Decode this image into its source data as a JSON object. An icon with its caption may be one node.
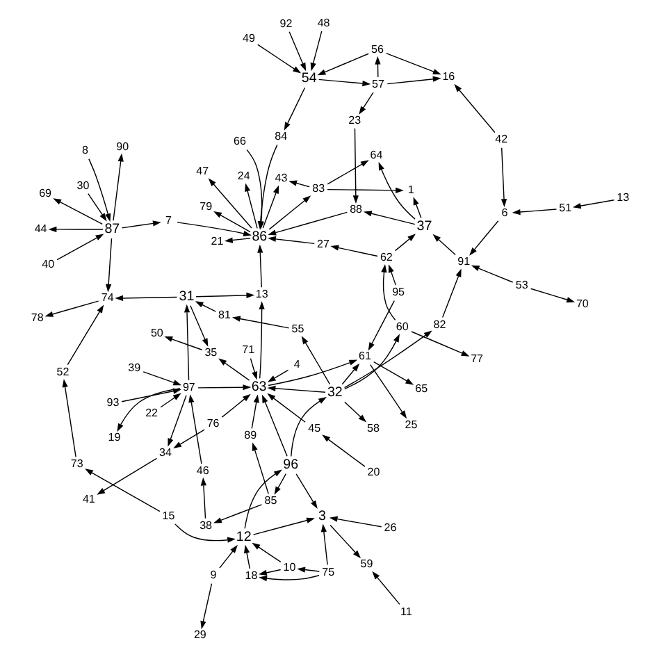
{
  "diagram": {
    "nodes": [
      {
        "text": [
          "73"
        ]
      },
      {
        "text": [
          "22"
        ]
      },
      {
        "text": [
          "46"
        ]
      },
      {
        "text": [
          "52"
        ]
      },
      {
        "text": [
          "19"
        ]
      },
      {
        "text": [
          "11"
        ]
      },
      {
        "text": [
          "10"
        ]
      },
      {
        "text": [
          "93"
        ]
      },
      {
        "text": [
          "59"
        ]
      },
      {
        "text": [
          "39"
        ]
      },
      {
        "text": [
          "40"
        ]
      },
      {
        "text": [
          "44"
        ]
      },
      {
        "text": [
          "90"
        ]
      },
      {
        "text": [
          "41"
        ]
      },
      {
        "text": [
          "9"
        ]
      },
      {
        "text": [
          "89"
        ]
      },
      {
        "text": [
          "97"
        ]
      },
      {
        "text": [
          "34"
        ]
      },
      {
        "text": [
          "30"
        ]
      },
      {
        "text": [
          "15"
        ]
      },
      {
        "text": [
          "29"
        ]
      },
      {
        "text": [
          "38"
        ]
      },
      {
        "text": [
          "81"
        ]
      },
      {
        "text": [
          "8"
        ]
      },
      {
        "text": [
          "3"
        ]
      },
      {
        "text": [
          "85"
        ]
      },
      {
        "text": [
          "55"
        ]
      },
      {
        "text": [
          "69"
        ]
      },
      {
        "text": [
          "87"
        ]
      },
      {
        "text": [
          "74"
        ]
      },
      {
        "text": [
          "78"
        ]
      },
      {
        "text": [
          "75"
        ]
      },
      {
        "text": [
          "26"
        ]
      },
      {
        "text": [
          "18"
        ]
      },
      {
        "text": [
          "12"
        ]
      },
      {
        "text": [
          "45"
        ]
      },
      {
        "text": [
          "71"
        ]
      },
      {
        "text": [
          "4"
        ]
      },
      {
        "text": [
          "76"
        ]
      },
      {
        "text": [
          "63"
        ]
      },
      {
        "text": [
          "31"
        ]
      },
      {
        "text": [
          "35"
        ]
      },
      {
        "text": [
          "50"
        ]
      },
      {
        "text": [
          "20"
        ]
      },
      {
        "text": [
          "96"
        ]
      },
      {
        "text": [
          "32"
        ]
      },
      {
        "text": [
          "13"
        ]
      },
      {
        "text": [
          "24"
        ]
      },
      {
        "text": [
          "47"
        ]
      },
      {
        "text": [
          "48"
        ]
      },
      {
        "text": [
          "49"
        ]
      },
      {
        "text": [
          "92"
        ]
      },
      {
        "text": [
          "54"
        ]
      },
      {
        "text": [
          "58"
        ]
      },
      {
        "text": [
          "61"
        ]
      },
      {
        "text": [
          "25"
        ]
      },
      {
        "text": [
          "79"
        ]
      },
      {
        "text": [
          "7"
        ]
      },
      {
        "text": [
          "86"
        ]
      },
      {
        "text": [
          "83"
        ]
      },
      {
        "text": [
          "43"
        ]
      },
      {
        "text": [
          "57"
        ]
      },
      {
        "text": [
          "84"
        ]
      },
      {
        "text": [
          "13"
        ]
      },
      {
        "text": [
          "51"
        ]
      },
      {
        "text": [
          "56"
        ]
      },
      {
        "text": [
          "82"
        ]
      },
      {
        "text": [
          "60"
        ]
      },
      {
        "text": [
          "65"
        ]
      },
      {
        "text": [
          "95"
        ]
      },
      {
        "text": [
          "21"
        ]
      },
      {
        "text": [
          "66"
        ]
      },
      {
        "text": [
          "37"
        ]
      },
      {
        "text": [
          "64"
        ]
      },
      {
        "text": [
          "1"
        ]
      },
      {
        "text": [
          "88"
        ]
      },
      {
        "text": [
          "27"
        ]
      },
      {
        "text": [
          "77"
        ]
      },
      {
        "text": [
          "62"
        ]
      },
      {
        "text": [
          "91"
        ]
      },
      {
        "text": [
          "16"
        ]
      },
      {
        "text": [
          "6"
        ]
      },
      {
        "text": [
          "42"
        ]
      },
      {
        "text": [
          "23"
        ]
      },
      {
        "text": [
          "53"
        ]
      },
      {
        "text": [
          "70"
        ]
      }
    ],
    "edges": [
      {
        "from": 5,
        "to": 8,
        "arrow": "to"
      },
      {
        "from": 31,
        "to": 6,
        "arrow": "to"
      },
      {
        "from": 6,
        "to": 33,
        "arrow": "to"
      },
      {
        "from": 6,
        "to": 34,
        "arrow": "to"
      },
      {
        "from": 19,
        "to": 0,
        "arrow": "to"
      },
      {
        "from": 0,
        "to": 3,
        "arrow": "to"
      },
      {
        "from": 1,
        "to": 16,
        "arrow": "to"
      },
      {
        "from": 21,
        "to": 2,
        "arrow": "to"
      },
      {
        "from": 2,
        "to": 16,
        "arrow": "to"
      },
      {
        "from": 7,
        "to": 16,
        "arrow": "to"
      },
      {
        "from": 16,
        "to": 4,
        "arrow": "to"
      },
      {
        "from": 3,
        "to": 29,
        "arrow": "to"
      },
      {
        "from": 14,
        "to": 20,
        "arrow": "to"
      },
      {
        "from": 14,
        "to": 34,
        "arrow": "to"
      },
      {
        "from": 19,
        "to": 34,
        "arrow": "to"
      },
      {
        "from": 24,
        "to": 8,
        "arrow": "to"
      },
      {
        "from": 32,
        "to": 24,
        "arrow": "to"
      },
      {
        "from": 31,
        "to": 24,
        "arrow": "to"
      },
      {
        "from": 25,
        "to": 15,
        "arrow": "to"
      },
      {
        "from": 25,
        "to": 21,
        "arrow": "to"
      },
      {
        "from": 26,
        "to": 22,
        "arrow": "to"
      },
      {
        "from": 15,
        "to": 39,
        "arrow": "to"
      },
      {
        "from": 16,
        "to": 39,
        "arrow": "to"
      },
      {
        "from": 16,
        "to": 40,
        "arrow": "to"
      },
      {
        "from": 10,
        "to": 28,
        "arrow": "to"
      },
      {
        "from": 18,
        "to": 28,
        "arrow": "to"
      },
      {
        "from": 16,
        "to": 17,
        "arrow": "to"
      },
      {
        "from": 17,
        "to": 13,
        "arrow": "to"
      },
      {
        "from": 28,
        "to": 27,
        "arrow": "to"
      },
      {
        "from": 28,
        "to": 11,
        "arrow": "to"
      },
      {
        "from": 28,
        "to": 12,
        "arrow": "to"
      },
      {
        "from": 29,
        "to": 30,
        "arrow": "to"
      },
      {
        "from": 40,
        "to": 29,
        "arrow": "to"
      },
      {
        "from": 40,
        "to": 41,
        "arrow": "to"
      },
      {
        "from": 41,
        "to": 42,
        "arrow": "to"
      },
      {
        "from": 39,
        "to": 41,
        "arrow": "to"
      },
      {
        "from": 38,
        "to": 39,
        "arrow": "to"
      },
      {
        "from": 38,
        "to": 17,
        "arrow": "to"
      },
      {
        "from": 36,
        "to": 39,
        "arrow": "to"
      },
      {
        "from": 37,
        "to": 39,
        "arrow": "to"
      },
      {
        "from": 44,
        "to": 39,
        "arrow": "to"
      },
      {
        "from": 45,
        "to": 39,
        "arrow": "to"
      },
      {
        "from": 44,
        "to": 24,
        "arrow": "to"
      },
      {
        "from": 44,
        "to": 25,
        "arrow": "to"
      },
      {
        "from": 45,
        "to": 26,
        "arrow": "to"
      },
      {
        "from": 34,
        "to": 24,
        "arrow": "to"
      },
      {
        "from": 33,
        "to": 34,
        "arrow": "to"
      },
      {
        "from": 31,
        "to": 33,
        "arrow": "to"
      },
      {
        "from": 50,
        "to": 52,
        "arrow": "to"
      },
      {
        "from": 51,
        "to": 52,
        "arrow": "to"
      },
      {
        "from": 49,
        "to": 52,
        "arrow": "to"
      },
      {
        "from": 52,
        "to": 61,
        "arrow": "to"
      },
      {
        "from": 52,
        "to": 62,
        "arrow": "to"
      },
      {
        "from": 65,
        "to": 52,
        "arrow": "to"
      },
      {
        "from": 65,
        "to": 80,
        "arrow": "to"
      },
      {
        "from": 61,
        "to": 80,
        "arrow": "to"
      },
      {
        "from": 61,
        "to": 83,
        "arrow": "to"
      },
      {
        "from": 61,
        "to": 65,
        "arrow": "to"
      },
      {
        "from": 82,
        "to": 80,
        "arrow": "to"
      },
      {
        "from": 82,
        "to": 81,
        "arrow": "to"
      },
      {
        "from": 64,
        "to": 81,
        "arrow": "to"
      },
      {
        "from": 63,
        "to": 64,
        "arrow": "to"
      },
      {
        "from": 45,
        "to": 54,
        "arrow": "to"
      },
      {
        "from": 45,
        "to": 53,
        "arrow": "to"
      },
      {
        "from": 45,
        "to": 67,
        "arrow": "to"
      },
      {
        "from": 45,
        "to": 66,
        "arrow": "to"
      },
      {
        "from": 54,
        "to": 55,
        "arrow": "to"
      },
      {
        "from": 54,
        "to": 68,
        "arrow": "to"
      },
      {
        "from": 67,
        "to": 78,
        "arrow": "to"
      },
      {
        "from": 69,
        "to": 54,
        "arrow": "to"
      },
      {
        "from": 69,
        "to": 78,
        "arrow": "to"
      },
      {
        "from": 67,
        "to": 77,
        "arrow": "to"
      },
      {
        "from": 78,
        "to": 72,
        "arrow": "to"
      },
      {
        "from": 78,
        "to": 76,
        "arrow": "to"
      },
      {
        "from": 66,
        "to": 79,
        "arrow": "to"
      },
      {
        "from": 79,
        "to": 72,
        "arrow": "to"
      },
      {
        "from": 84,
        "to": 79,
        "arrow": "to"
      },
      {
        "from": 84,
        "to": 85,
        "arrow": "to"
      },
      {
        "from": 72,
        "to": 74,
        "arrow": "to"
      },
      {
        "from": 72,
        "to": 73,
        "arrow": "to"
      },
      {
        "from": 72,
        "to": 75,
        "arrow": "to"
      },
      {
        "from": 76,
        "to": 58,
        "arrow": "to"
      },
      {
        "from": 58,
        "to": 56,
        "arrow": "to"
      },
      {
        "from": 58,
        "to": 47,
        "arrow": "to"
      },
      {
        "from": 58,
        "to": 48,
        "arrow": "to"
      },
      {
        "from": 58,
        "to": 59,
        "arrow": "to"
      },
      {
        "from": 59,
        "to": 73,
        "arrow": "to"
      },
      {
        "from": 59,
        "to": 74,
        "arrow": "to"
      },
      {
        "from": 59,
        "to": 60,
        "arrow": "to"
      },
      {
        "from": 58,
        "to": 60,
        "arrow": "to"
      },
      {
        "from": 57,
        "to": 58,
        "arrow": "to"
      },
      {
        "from": 58,
        "to": 70,
        "arrow": "to"
      },
      {
        "from": 46,
        "to": 58,
        "arrow": "to"
      },
      {
        "from": 71,
        "to": 58,
        "arrow": "to"
      },
      {
        "from": 75,
        "to": 58,
        "arrow": "to"
      },
      {
        "from": 39,
        "to": 46,
        "arrow": "to"
      },
      {
        "from": 39,
        "to": 54,
        "arrow": "to"
      },
      {
        "from": 40,
        "to": 46,
        "arrow": "to"
      },
      {
        "from": 35,
        "to": 39,
        "arrow": "to"
      },
      {
        "from": 43,
        "to": 35,
        "arrow": "to"
      },
      {
        "from": 34,
        "to": 44,
        "arrow": "to"
      },
      {
        "from": 44,
        "to": 45,
        "arrow": "to"
      },
      {
        "from": 23,
        "to": 28,
        "arrow": "to"
      },
      {
        "from": 22,
        "to": 40,
        "arrow": "to"
      },
      {
        "from": 28,
        "to": 29,
        "arrow": "to"
      },
      {
        "from": 9,
        "to": 16,
        "arrow": "to"
      },
      {
        "from": 28,
        "to": 57,
        "arrow": "to"
      },
      {
        "from": 62,
        "to": 58,
        "arrow": "to"
      },
      {
        "from": 81,
        "to": 79,
        "arrow": "to"
      },
      {
        "from": 83,
        "to": 75,
        "arrow": "to"
      }
    ]
  }
}
